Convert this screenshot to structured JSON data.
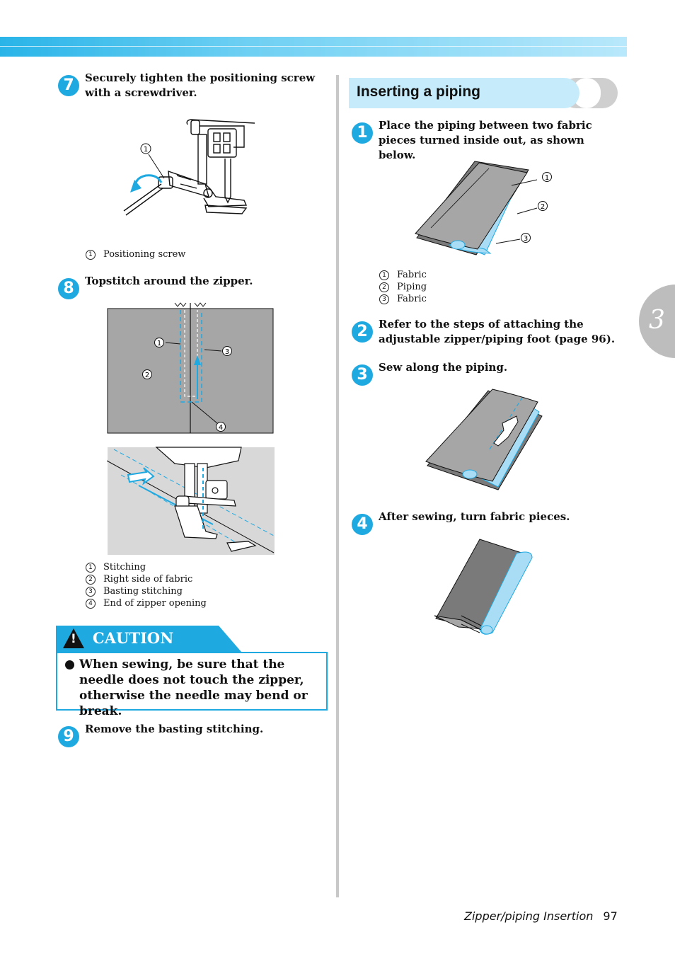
{
  "chapter_tab": "3",
  "left": {
    "step7": {
      "num": "7",
      "text": "Securely tighten the positioning screw with a screwdriver."
    },
    "fig1_legend": [
      {
        "n": "1",
        "label": "Positioning screw"
      }
    ],
    "step8": {
      "num": "8",
      "text": "Topstitch around the zipper."
    },
    "fig2_legend": [
      {
        "n": "1",
        "label": "Stitching"
      },
      {
        "n": "2",
        "label": "Right side of fabric"
      },
      {
        "n": "3",
        "label": "Basting stitching"
      },
      {
        "n": "4",
        "label": "End of zipper opening"
      }
    ],
    "caution": {
      "title": "CAUTION",
      "text": "When sewing, be sure that the needle does not touch the zipper, otherwise the needle may bend or break."
    },
    "step9": {
      "num": "9",
      "text": "Remove the basting stitching."
    }
  },
  "right": {
    "heading": "Inserting a piping",
    "step1": {
      "num": "1",
      "text": "Place the piping between two fabric pieces turned inside out, as shown below."
    },
    "fig_legend": [
      {
        "n": "1",
        "label": "Fabric"
      },
      {
        "n": "2",
        "label": "Piping"
      },
      {
        "n": "3",
        "label": "Fabric"
      }
    ],
    "step2": {
      "num": "2",
      "text": "Refer to the steps of attaching the adjustable zipper/piping foot (page 96)."
    },
    "step3": {
      "num": "3",
      "text": "Sew along the piping."
    },
    "step4": {
      "num": "4",
      "text": "After sewing, turn fabric pieces."
    }
  },
  "callouts": {
    "c1": "1",
    "c2": "2",
    "c3": "3",
    "c4": "4"
  },
  "footer": {
    "section": "Zipper/piping Insertion",
    "page": "97"
  },
  "colors": {
    "accent": "#1fa9e1",
    "light_accent": "#c6ecfb",
    "fabric_gray": "#a6a6a6",
    "piping_blue": "#a9dcf5"
  }
}
